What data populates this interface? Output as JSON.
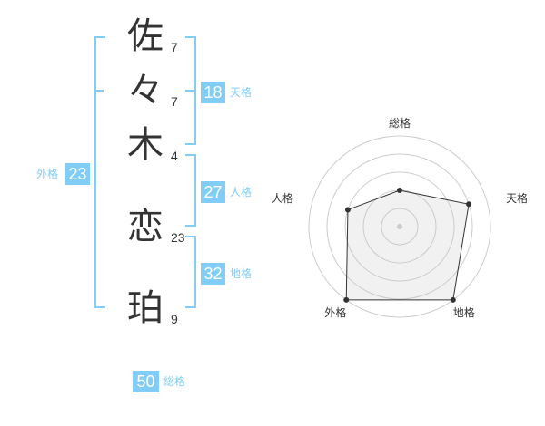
{
  "name": {
    "chars": [
      {
        "char": "佐",
        "strokes": "7"
      },
      {
        "char": "々",
        "strokes": "7"
      },
      {
        "char": "木",
        "strokes": "4"
      },
      {
        "char": "恋",
        "strokes": "23"
      },
      {
        "char": "珀",
        "strokes": "9"
      }
    ]
  },
  "kaku": {
    "tenkaku": {
      "value": "18",
      "label": "天格"
    },
    "jinkaku": {
      "value": "27",
      "label": "人格"
    },
    "chikaku": {
      "value": "32",
      "label": "地格"
    },
    "gaikaku": {
      "value": "23",
      "label": "外格"
    },
    "soukaku": {
      "value": "50",
      "label": "総格"
    }
  },
  "colors": {
    "accent": "#81cdf5",
    "text": "#333333",
    "grid": "#cccccc"
  },
  "chart_data": {
    "type": "radar",
    "axes": [
      "総格",
      "天格",
      "地格",
      "外格",
      "人格"
    ],
    "values": [
      2,
      4,
      5,
      5,
      3
    ],
    "max": 5,
    "rings": 5
  }
}
